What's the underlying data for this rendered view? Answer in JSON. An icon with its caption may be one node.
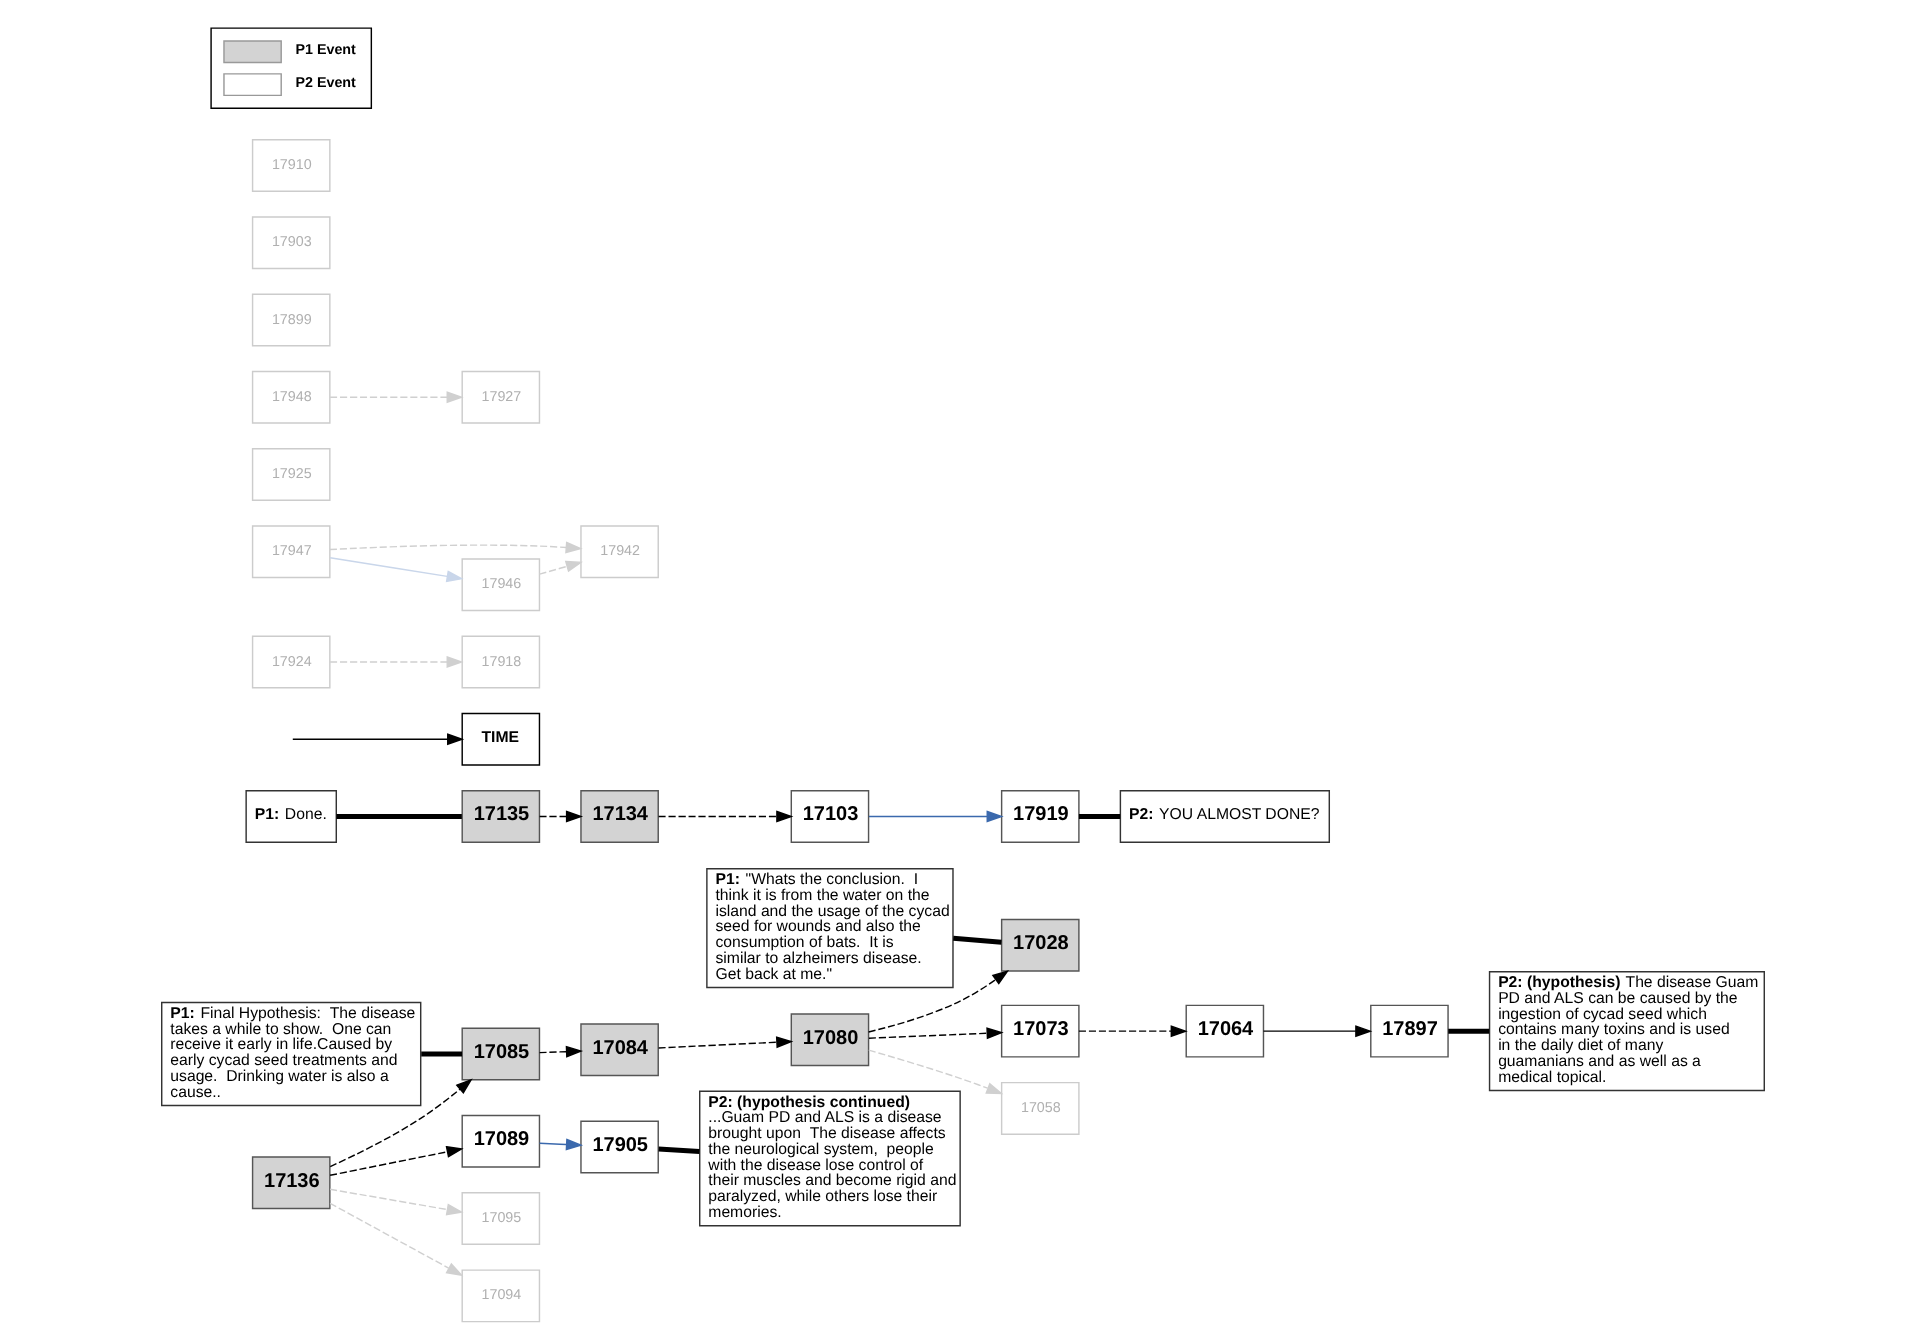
{
  "diagram": {
    "nodes": [
      {
        "text": [
          "**P1:** \"Whats the conclusion.  I think it is from the water on the island and the usage of the cycad seed for wounds and also the consumption of bats.  It is similar to alzheimers disease.  Get back at me.\""
        ]
      },
      {
        "text": [
          "17028"
        ]
      },
      {
        "text": [
          "17080"
        ]
      },
      {
        "text": [
          "17084"
        ]
      },
      {
        "text": [
          "17085"
        ]
      },
      {
        "text": [
          "**P1:** Final Hypothesis:  The disease takes a while to show.  One can receive it early in life.Caused by early cycad seed treatments and usage.  Drinking water is also a cause.."
        ]
      },
      {
        "text": [
          "**P1:** Done."
        ]
      },
      {
        "text": [
          "17135"
        ]
      },
      {
        "text": [
          "17134"
        ]
      },
      {
        "text": [
          "17103"
        ]
      },
      {
        "text": [
          "17136"
        ]
      },
      {
        "text": [
          "17089"
        ]
      },
      {
        "text": [
          "17064"
        ]
      },
      {
        "text": [
          "17073"
        ]
      },
      {
        "text": [
          "TIME"
        ]
      },
      {
        "text": [
          "17897"
        ]
      },
      {
        "text": [
          "17905"
        ]
      },
      {
        "text": [
          "17919"
        ]
      },
      {
        "text": [
          "**P2: (hypothesis)** The disease Guam PD and ALS can be caused by the ingestion of cycad seed which contains many toxins and is used in the daily diet of many guamanians and as well as a medical topical."
        ]
      },
      {
        "text": [
          "**P2: (hypothesis continued)**  ...Guam PD and ALS is a disease brought upon  The disease affects the neurological system,  people with the disease lose control of their muscles and become rigid and paralyzed, while others lose their memories."
        ]
      },
      {
        "text": [
          "**P2:** YOU ALMOST DONE?"
        ]
      },
      {
        "text": [
          "17058"
        ]
      },
      {
        "text": [
          "17095"
        ]
      },
      {
        "text": [
          "17094"
        ]
      },
      {
        "text": [
          "17918"
        ]
      },
      {
        "text": [
          "17924"
        ]
      },
      {
        "text": [
          "17947"
        ]
      },
      {
        "text": [
          "17942"
        ]
      },
      {
        "text": [
          "17946"
        ]
      },
      {
        "text": [
          "17925"
        ]
      },
      {
        "text": [
          "17927"
        ]
      },
      {
        "text": [
          "17948"
        ]
      },
      {
        "text": [
          "17899"
        ]
      },
      {
        "text": [
          "17903"
        ]
      },
      {
        "text": [
          "17910"
        ]
      }
    ],
    "edges": [
      {
        "from": 0,
        "to": 1,
        "arrow": "none",
        "style": "thick"
      },
      {
        "from": 2,
        "to": 1,
        "arrow": "to",
        "style": "dashed"
      },
      {
        "from": 3,
        "to": 2,
        "arrow": "to",
        "style": "dashed"
      },
      {
        "from": 4,
        "to": 3,
        "arrow": "to",
        "style": "dashed"
      },
      {
        "from": 5,
        "to": 4,
        "arrow": "none",
        "style": "thick"
      },
      {
        "from": 2,
        "to": 13,
        "arrow": "to",
        "style": "dashed"
      },
      {
        "from": 13,
        "to": 12,
        "arrow": "to",
        "style": "dashed"
      },
      {
        "from": 6,
        "to": 7,
        "arrow": "none",
        "style": "thick"
      },
      {
        "from": 7,
        "to": 8,
        "arrow": "to",
        "style": "dashed"
      },
      {
        "from": 8,
        "to": 9,
        "arrow": "to",
        "style": "dashed"
      },
      {
        "from": 10,
        "to": 4,
        "arrow": "to",
        "style": "dashed"
      },
      {
        "from": 10,
        "to": 11,
        "arrow": "to",
        "style": "dashed"
      },
      {
        "from": null,
        "to": 14,
        "arrow": "to"
      },
      {
        "from": 12,
        "to": 15,
        "arrow": "to"
      },
      {
        "from": 9,
        "to": 17,
        "arrow": "to",
        "color": "#3b69ad"
      },
      {
        "from": 11,
        "to": 16,
        "arrow": "to",
        "color": "#3b69ad"
      },
      {
        "from": 15,
        "to": 18,
        "arrow": "none",
        "style": "thick"
      },
      {
        "from": 16,
        "to": 19,
        "arrow": "none",
        "style": "thick"
      },
      {
        "from": 17,
        "to": 20,
        "arrow": "none",
        "style": "thick"
      },
      {
        "from": 2,
        "to": 21,
        "arrow": "to",
        "style": "dashed",
        "color": "#d0d0d0"
      },
      {
        "from": 10,
        "to": 22,
        "arrow": "to",
        "style": "dashed",
        "color": "#d0d0d0"
      },
      {
        "from": 10,
        "to": 23,
        "arrow": "to",
        "style": "dashed",
        "color": "#d0d0d0"
      },
      {
        "from": 25,
        "to": 24,
        "arrow": "to",
        "style": "dashed",
        "color": "#d0d0d0"
      },
      {
        "from": 26,
        "to": 28,
        "arrow": "to",
        "color": "#c9d6ea"
      },
      {
        "from": 26,
        "to": 27,
        "arrow": "to",
        "style": "dashed",
        "color": "#d0d0d0"
      },
      {
        "from": 28,
        "to": 27,
        "arrow": "to",
        "style": "dashed",
        "color": "#d0d0d0"
      },
      {
        "from": 31,
        "to": 30,
        "arrow": "to",
        "style": "dashed",
        "color": "#d0d0d0"
      }
    ],
    "legend": [
      {
        "text": "P1 Event",
        "color": "#d3d3d3"
      },
      {
        "text": "P2 Event",
        "color": "#ffffff"
      }
    ]
  }
}
